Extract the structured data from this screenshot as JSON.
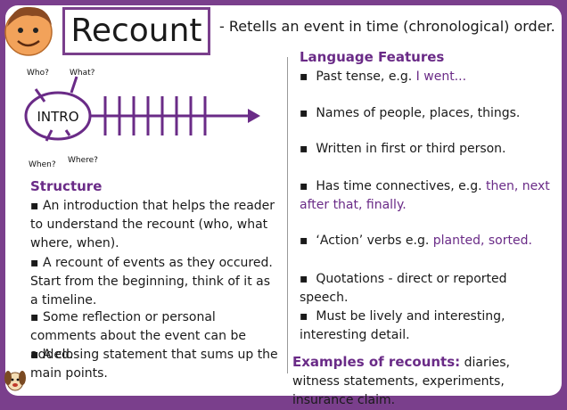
{
  "title": "Recount",
  "subtitle": "- Retells an event in time (chronological) order.",
  "diagram": {
    "center_label": "INTRO",
    "questions": [
      "Who?",
      "What?",
      "When?",
      "Where?"
    ]
  },
  "structure": {
    "heading": "Structure",
    "items": [
      "An introduction that helps the reader to understand the recount (who, what where, when).",
      "A recount of events as they occured. Start from the beginning, think of it as a timeline.",
      "Some reflection or personal comments about the event can be added.",
      "A closing statement that sums up the main points."
    ]
  },
  "language": {
    "heading": "Language Features",
    "items": [
      {
        "text": "Past tense, e.g. ",
        "highlight": "I went..."
      },
      {
        "text": "Names of people, places, things.",
        "highlight": ""
      },
      {
        "text": "Written in first or third person.",
        "highlight": ""
      },
      {
        "text": "Has time connectives, e.g. ",
        "highlight": "then, next after that, finally."
      },
      {
        "text": "‘Action’ verbs e.g. ",
        "highlight": "planted, sorted."
      },
      {
        "text": "Quotations - direct or reported speech.",
        "highlight": ""
      },
      {
        "text": "Must be lively and interesting, interesting detail.",
        "highlight": ""
      }
    ]
  },
  "examples": {
    "label": "Examples of recounts:",
    "text": " diaries, witness statements, experiments, insurance claim."
  },
  "colors": {
    "accent": "#6a2b87",
    "frame": "#7a3f8c"
  }
}
